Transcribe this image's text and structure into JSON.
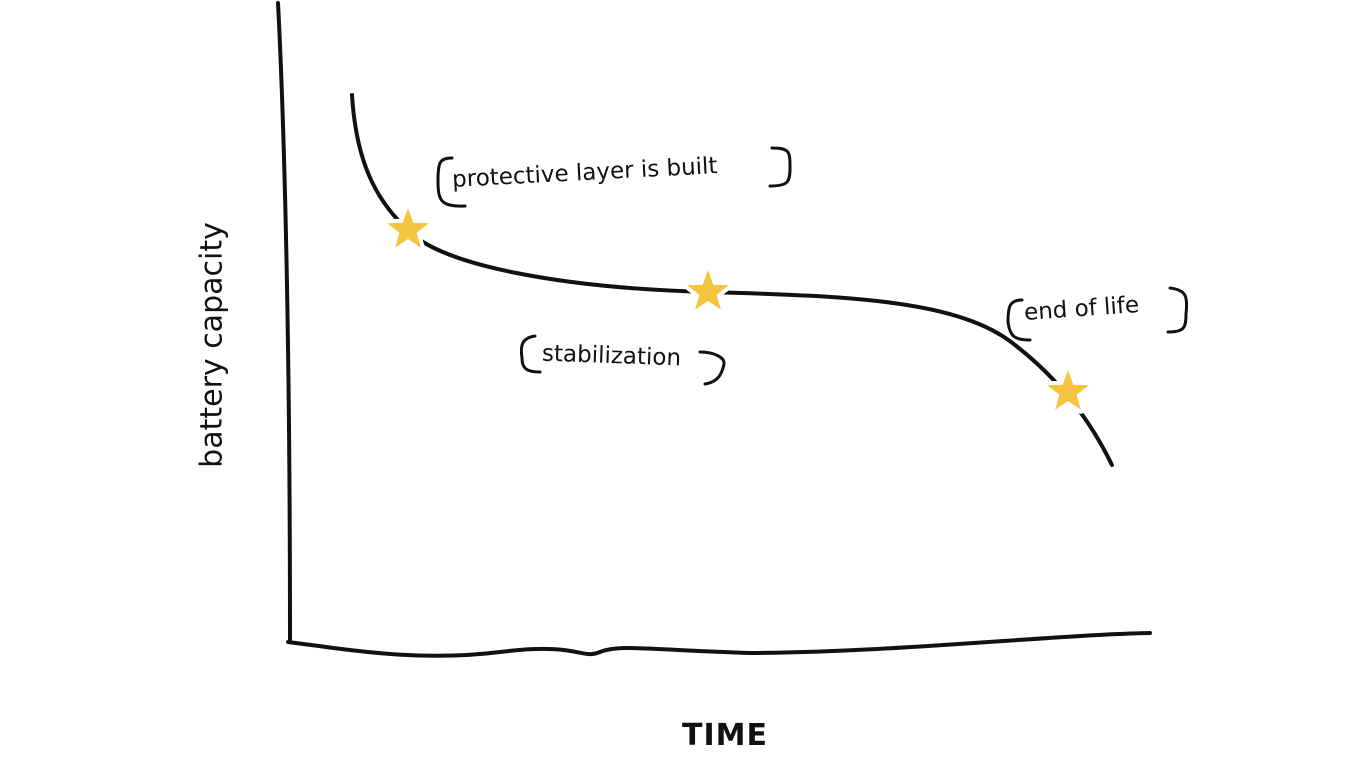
{
  "axes": {
    "x_label": "TIME",
    "y_label": "battery capacity"
  },
  "annotations": [
    {
      "text": "protective layer is built"
    },
    {
      "text": "stabilization"
    },
    {
      "text": "end of life"
    }
  ],
  "colors": {
    "line": "#111111",
    "star": "#F5C542"
  }
}
